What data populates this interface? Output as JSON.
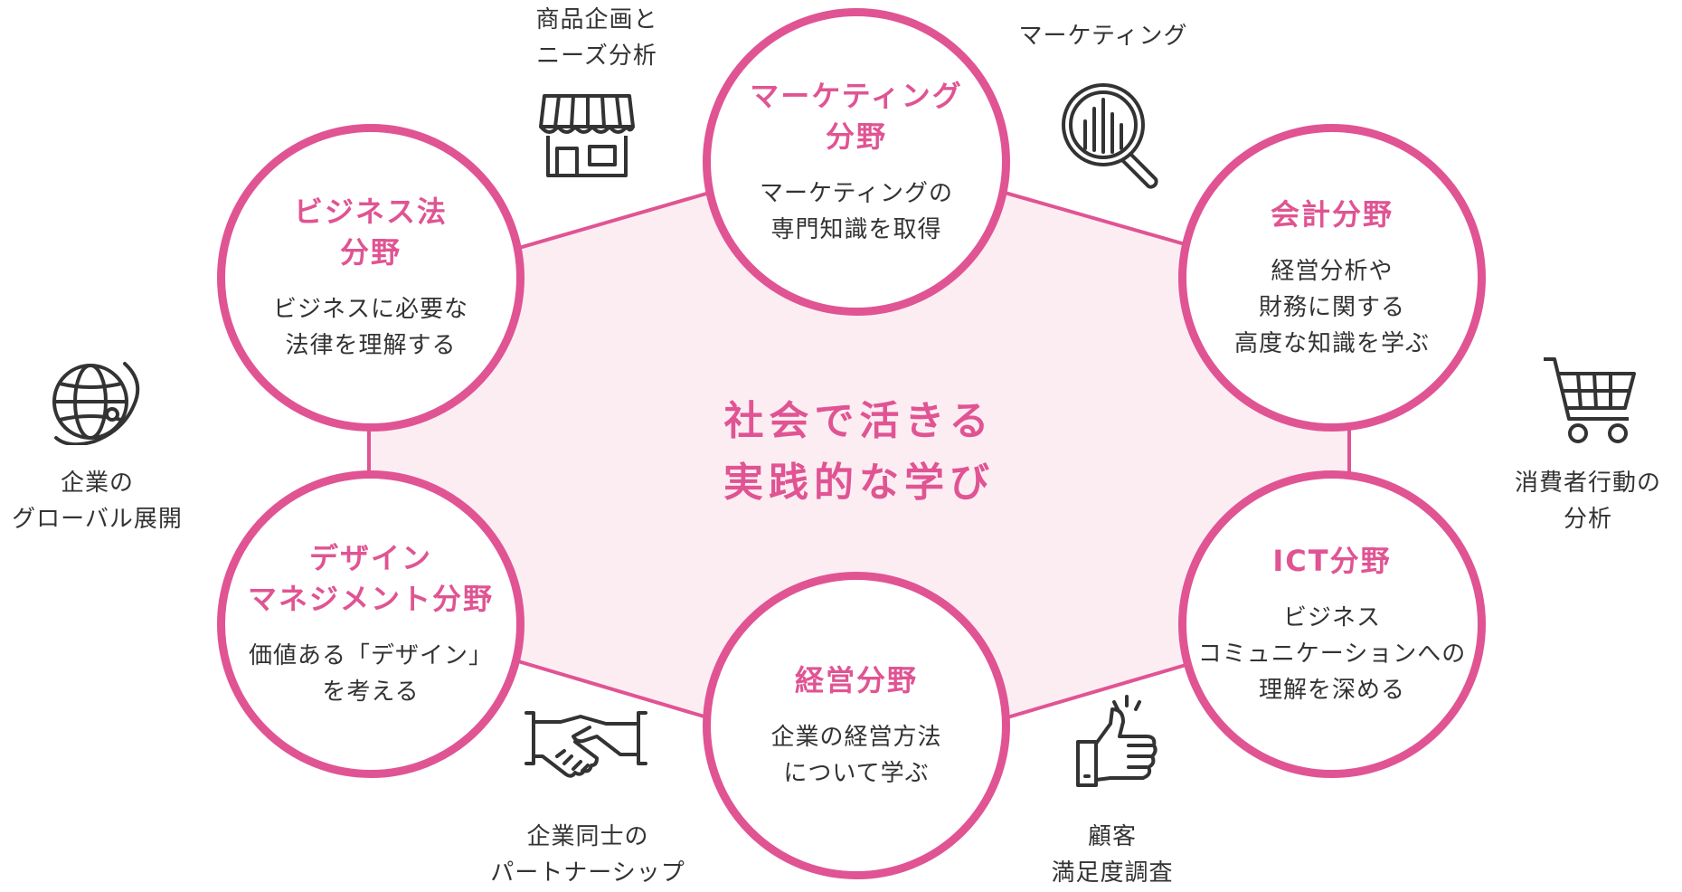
{
  "center": {
    "text": "社会で活きる\n実践的な学び"
  },
  "fields": [
    {
      "id": "marketing",
      "title": "マーケティング\n分野",
      "desc": "マーケティングの\n専門知識を取得"
    },
    {
      "id": "accounting",
      "title": "会計分野",
      "desc": "経営分析や\n財務に関する\n高度な知識を学ぶ"
    },
    {
      "id": "ict",
      "title": "ICT分野",
      "desc": "ビジネス\nコミュニケーションへの\n理解を深める"
    },
    {
      "id": "management",
      "title": "経営分野",
      "desc": "企業の経営方法\nについて学ぶ"
    },
    {
      "id": "design",
      "title": "デザイン\nマネジメント分野",
      "desc": "価値ある「デザイン」\nを考える"
    },
    {
      "id": "law",
      "title": "ビジネス法\n分野",
      "desc": "ビジネスに必要な\n法律を理解する"
    }
  ],
  "topics": [
    {
      "id": "product",
      "label": "商品企画と\nニーズ分析",
      "icon": "storefront-icon"
    },
    {
      "id": "marketing",
      "label": "マーケティング",
      "icon": "magnifier-chart-icon"
    },
    {
      "id": "consumer",
      "label": "消費者行動の\n分析",
      "icon": "shopping-cart-icon"
    },
    {
      "id": "customer",
      "label": "顧客\n満足度調査",
      "icon": "thumbs-up-icon"
    },
    {
      "id": "partnership",
      "label": "企業同士の\nパートナーシップ",
      "icon": "handshake-icon"
    },
    {
      "id": "global",
      "label": "企業の\nグローバル展開",
      "icon": "globe-icon"
    }
  ],
  "colors": {
    "accent": "#e05493",
    "hexagon_fill": "#fcedf3",
    "text": "#333333",
    "icon": "#333333"
  }
}
